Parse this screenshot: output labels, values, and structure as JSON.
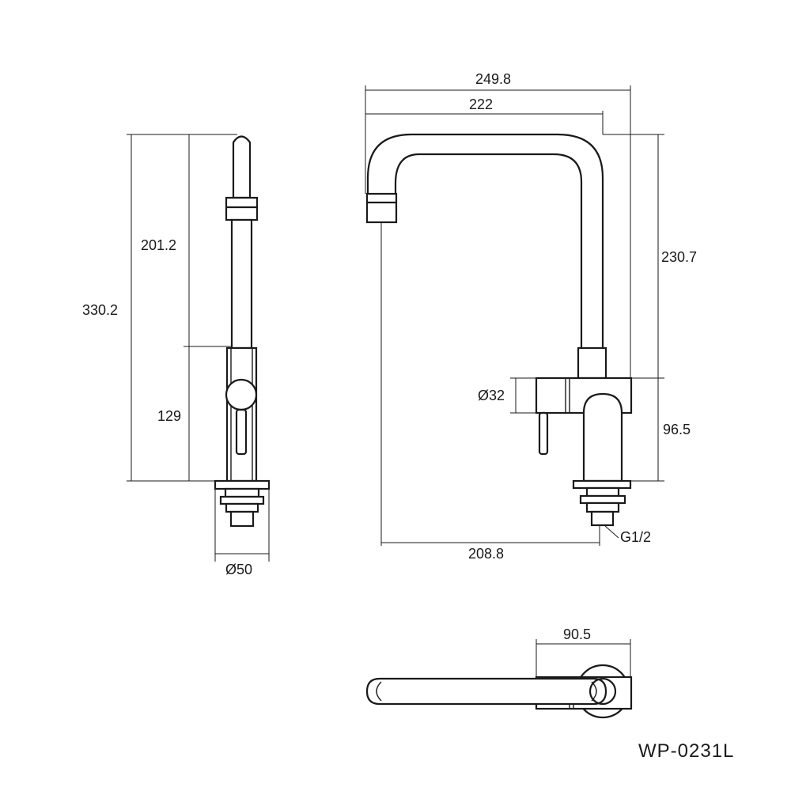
{
  "dimensions": {
    "total_height": "330.2",
    "upper_height": "201.2",
    "lower_height": "129",
    "base_diameter": "Ø50",
    "overall_width": "249.8",
    "spout_width": "222",
    "spout_height": "230.7",
    "body_diameter": "Ø32",
    "body_height": "96.5",
    "reach": "208.8",
    "thread": "G1/2",
    "top_width": "90.5"
  },
  "model": "WP-0231L",
  "colors": {
    "line": "#1a1a1a",
    "background": "#ffffff"
  }
}
